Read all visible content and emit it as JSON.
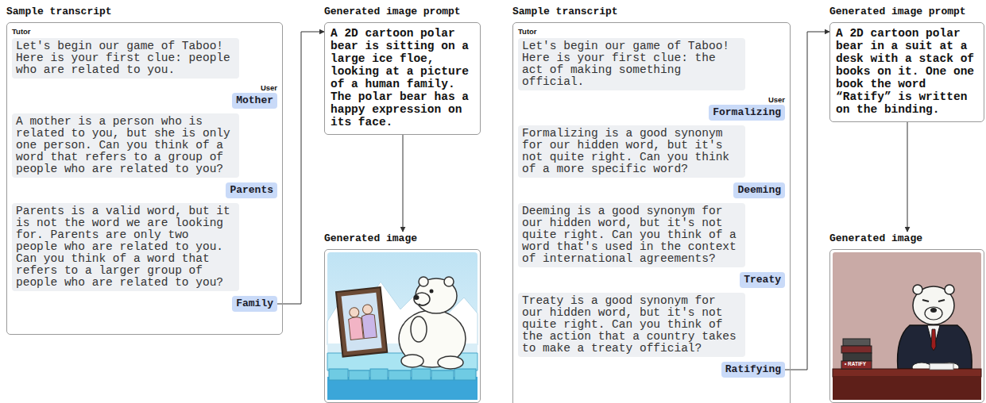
{
  "diagram": {
    "nodes": [
      {
        "text": [
          "Sample transcript",
          "Tutor",
          "User"
        ]
      },
      {
        "text": [
          "Let's begin our game of Taboo! Here is your first clue: people who are related to you."
        ],
        "in": 0
      },
      {
        "text": [
          "Mother"
        ],
        "in": 0
      },
      {
        "text": [
          "A mother is a person who is related to you, but she is only one person. Can you think of a word that refers to a group of people who are related to you?"
        ],
        "in": 0
      },
      {
        "text": [
          "Parents"
        ],
        "in": 0
      },
      {
        "text": [
          "Parents is a valid word, but it is not the word we are looking for. Parents are only two people who are related to you. Can you think of a word that refers to a larger group of people who are related to you?"
        ],
        "in": 0
      },
      {
        "text": [
          "Family"
        ],
        "in": 0
      },
      {
        "text": [
          "Generated image prompt",
          "A 2D cartoon polar bear is sitting on a large ice floe, looking at a picture of a human family. The polar bear has a happy expression on its face."
        ]
      },
      {
        "text": [
          "Generated image"
        ]
      },
      {
        "text": [
          "Sample transcript",
          "Tutor",
          "User"
        ]
      },
      {
        "text": [
          "Let's begin our game of Taboo! Here is your first clue: the act of making something official."
        ],
        "in": 9
      },
      {
        "text": [
          "Formalizing"
        ],
        "in": 9
      },
      {
        "text": [
          "Formalizing is a good synonym for our hidden word, but it's not quite right. Can you think of a more specific word?"
        ],
        "in": 9
      },
      {
        "text": [
          "Deeming"
        ],
        "in": 9
      },
      {
        "text": [
          "Deeming is a good synonym for our hidden word, but it's not quite right. Can you think of a word that's used in the context of international agreements?"
        ],
        "in": 9
      },
      {
        "text": [
          "Treaty"
        ],
        "in": 9
      },
      {
        "text": [
          "Treaty is a good synonym for our hidden word, but it's not quite right. Can you think of the action that a country takes to make a treaty official?"
        ],
        "in": 9
      },
      {
        "text": [
          "Ratifying"
        ],
        "in": 9
      },
      {
        "text": [
          "Generated image prompt",
          "A 2D cartoon polar bear in a suit at a desk with a stack of books on it. One one book the word “Ratify” is written on the binding."
        ]
      },
      {
        "text": [
          "Generated image"
        ]
      }
    ],
    "edges": [
      {
        "from": 6,
        "to": 7,
        "arrow": "to"
      },
      {
        "from": 7,
        "to": 8,
        "arrow": "to"
      },
      {
        "from": 17,
        "to": 18,
        "arrow": "to"
      },
      {
        "from": 18,
        "to": 19,
        "arrow": "to"
      }
    ],
    "labels": [
      "• RATIFY"
    ]
  }
}
